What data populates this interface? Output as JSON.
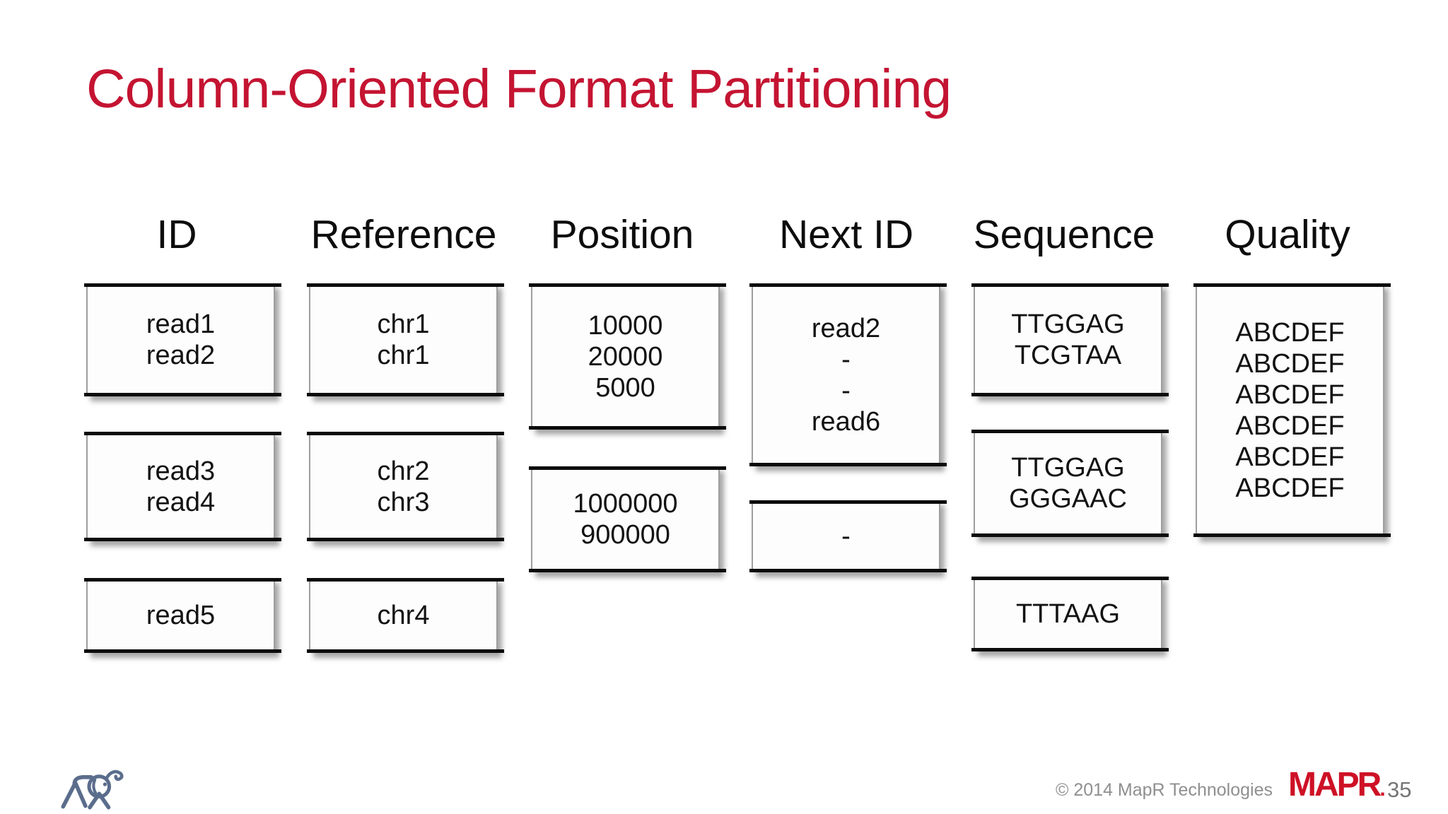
{
  "slide": {
    "title": "Column-Oriented Format Partitioning",
    "title_color": "#C41432",
    "text_color": "#121212",
    "columns": [
      {
        "header": "ID",
        "boxes": [
          {
            "lines": [
              "read1",
              "read2"
            ]
          },
          {
            "lines": [
              "read3",
              "read4"
            ]
          },
          {
            "lines": [
              "read5"
            ]
          }
        ]
      },
      {
        "header": "Reference",
        "boxes": [
          {
            "lines": [
              "chr1",
              "chr1"
            ]
          },
          {
            "lines": [
              "chr2",
              "chr3"
            ]
          },
          {
            "lines": [
              "chr4"
            ]
          }
        ]
      },
      {
        "header": "Position",
        "boxes": [
          {
            "lines": [
              "10000",
              "20000",
              "5000"
            ]
          },
          {
            "lines": [
              "1000000",
              "900000"
            ]
          }
        ]
      },
      {
        "header": "Next ID",
        "boxes": [
          {
            "lines": [
              "read2",
              "-",
              "-",
              "read6"
            ]
          },
          {
            "lines": [
              "-"
            ]
          }
        ]
      },
      {
        "header": "Sequence",
        "boxes": [
          {
            "lines": [
              "TTGGAG",
              "TCGTAA"
            ]
          },
          {
            "lines": [
              "TTGGAG",
              "GGGAAC"
            ]
          },
          {
            "lines": [
              "TTTAAG"
            ]
          }
        ]
      },
      {
        "header": "Quality",
        "boxes": [
          {
            "lines": [
              "ABCDEF",
              "ABCDEF",
              "ABCDEF",
              "ABCDEF",
              "ABCDEF",
              "ABCDEF"
            ]
          }
        ]
      }
    ],
    "footer": {
      "copyright": "© 2014 MapR Technologies",
      "brand_text": "MAPR",
      "brand_dot": ".",
      "brand_color": "#CE1126",
      "page_number": "35"
    },
    "icons": {
      "elephant_logo": "hadoop-elephant",
      "elephant_color": "#5B6D8C"
    }
  }
}
